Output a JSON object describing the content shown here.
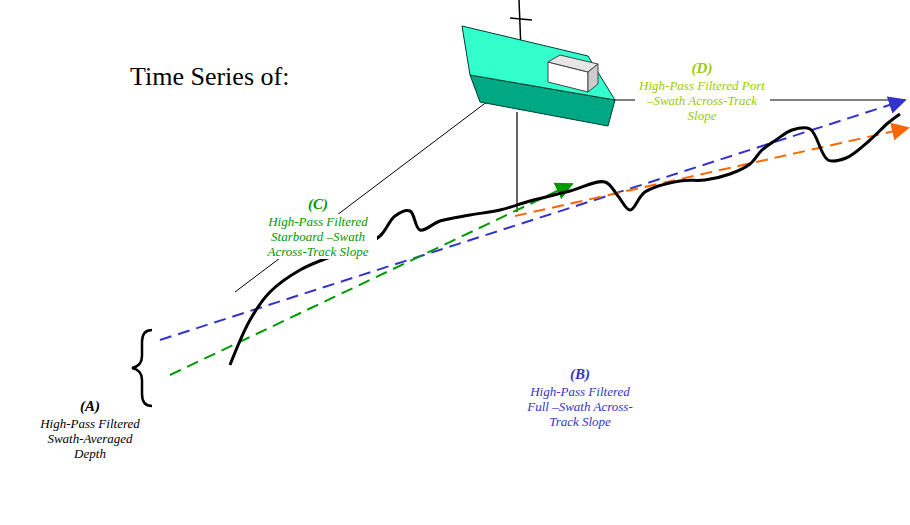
{
  "diagram": {
    "title": "Time Series of:",
    "labels": [
      "(D)",
      "High-Pass Filtered Port –Swath Across-Track Slope",
      "(C)",
      "High-Pass Filtered Starboard –Swath Across-Track Slope",
      "(B)",
      "High-Pass Filtered Full –Swath Across-Track Slope",
      "(A)",
      "High-Pass Filtered Swath-Averaged Depth"
    ]
  }
}
